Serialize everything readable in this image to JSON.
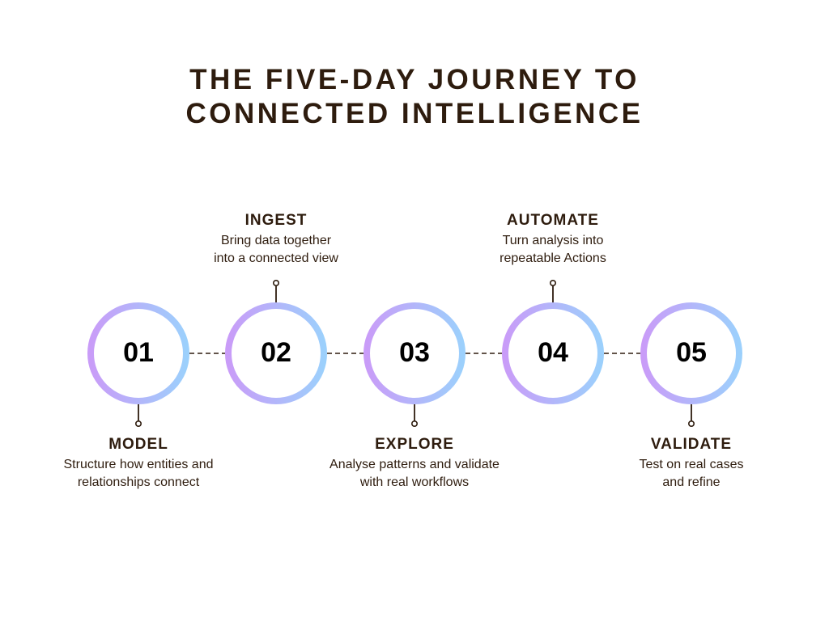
{
  "title": {
    "line1": "THE FIVE-DAY JOURNEY TO",
    "line2": "CONNECTED INTELLIGENCE"
  },
  "colors": {
    "text": "#2e1c0e",
    "ring_start": "#c99cf8",
    "ring_end": "#9cd0fc"
  },
  "steps": [
    {
      "num": "01",
      "heading": "MODEL",
      "line1": "Structure how entities and",
      "line2": "relationships connect",
      "position": "below"
    },
    {
      "num": "02",
      "heading": "INGEST",
      "line1": "Bring data together",
      "line2": "into a connected view",
      "position": "above"
    },
    {
      "num": "03",
      "heading": "EXPLORE",
      "line1": "Analyse patterns and validate",
      "line2": "with real workflows",
      "position": "below"
    },
    {
      "num": "04",
      "heading": "AUTOMATE",
      "line1": "Turn analysis into",
      "line2": "repeatable Actions",
      "position": "above"
    },
    {
      "num": "05",
      "heading": "VALIDATE",
      "line1": "Test on real cases",
      "line2": "and refine",
      "position": "below"
    }
  ]
}
